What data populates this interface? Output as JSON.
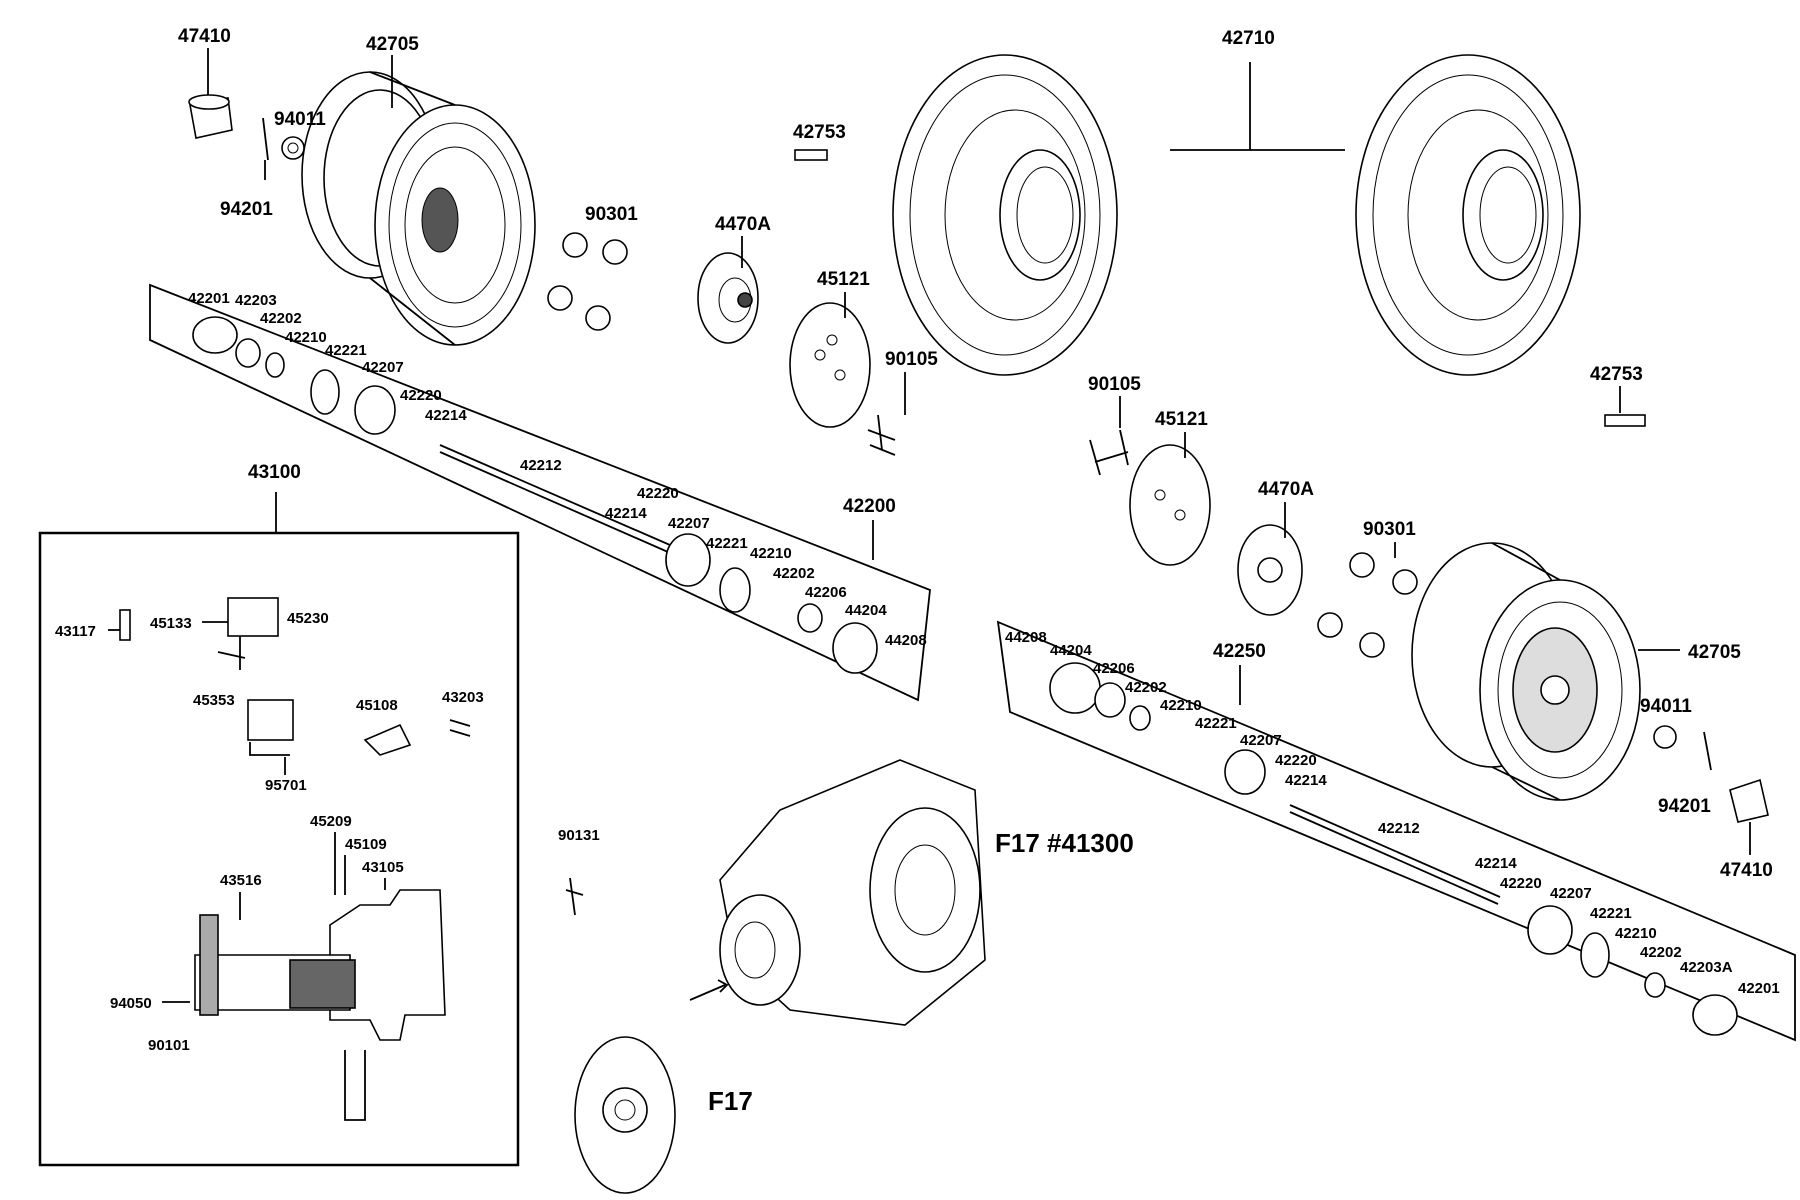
{
  "callouts": {
    "c47410_top": "47410",
    "c42705_top": "42705",
    "c94011_top": "94011",
    "c94201_top": "94201",
    "c42710": "42710",
    "c42753_top": "42753",
    "c90301_top": "90301",
    "c4470A_top": "4470A",
    "c45121_top": "45121",
    "c90105_top": "90105",
    "c42753_right": "42753",
    "c90105_right": "90105",
    "c45121_right": "45121",
    "c4470A_right": "4470A",
    "c90301_right": "90301",
    "c42705_right": "42705",
    "c94011_right": "94011",
    "c94201_right": "94201",
    "c47410_right": "47410",
    "a1_42201": "42201",
    "a1_42203": "42203",
    "a1_42202": "42202",
    "a1_42210": "42210",
    "a1_42221": "42221",
    "a1_42207": "42207",
    "a1_42220": "42220",
    "a1_42214": "42214",
    "a1_42212": "42212",
    "a1_42220b": "42220",
    "a1_42214b": "42214",
    "a1_42207b": "42207",
    "a1_42221b": "42221",
    "a1_42210b": "42210",
    "a1_42202b": "42202",
    "a1_42206": "42206",
    "a1_44204": "44204",
    "a1_44208": "44208",
    "a1_42200": "42200",
    "a2_44208": "44208",
    "a2_44204": "44204",
    "a2_42206": "42206",
    "a2_42202": "42202",
    "a2_42210": "42210",
    "a2_42221": "42221",
    "a2_42207": "42207",
    "a2_42220": "42220",
    "a2_42214": "42214",
    "a2_42250": "42250",
    "a2_42212": "42212",
    "a2_42214b": "42214",
    "a2_42220b": "42220",
    "a2_42207b": "42207",
    "a2_42221b": "42221",
    "a2_42210b": "42210",
    "a2_42202b": "42202",
    "a2_42203A": "42203A",
    "a2_42201": "42201",
    "b_43100": "43100",
    "b_43117": "43117",
    "b_45133": "45133",
    "b_45230": "45230",
    "b_45353": "45353",
    "b_45108": "45108",
    "b_43203": "43203",
    "b_95701": "95701",
    "b_45209": "45209",
    "b_45109": "45109",
    "b_43105": "43105",
    "b_43516": "43516",
    "b_94050": "94050",
    "b_90101": "90101",
    "c90131": "90131",
    "f17_ref": "F17 #41300",
    "f17": "F17"
  }
}
